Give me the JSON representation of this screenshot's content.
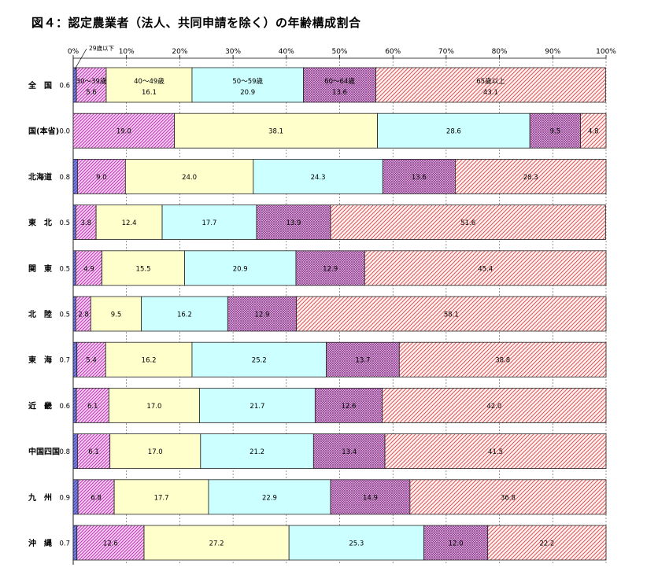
{
  "title": "図４：認定農業者（法人、共同申請を除く）の年齢構成割合",
  "chart_data": {
    "type": "bar",
    "orientation": "horizontal",
    "stacked": true,
    "percent_stacked": true,
    "xlim": [
      0,
      100
    ],
    "x_ticks": [
      "0%",
      "10%",
      "20%",
      "30%",
      "40%",
      "50%",
      "60%",
      "70%",
      "80%",
      "90%",
      "100%"
    ],
    "categories": [
      "全　国",
      "国(本省)",
      "北海道",
      "東　北",
      "関　東",
      "北　陸",
      "東　海",
      "近　畿",
      "中国四国",
      "九　州",
      "沖　縄"
    ],
    "series": [
      {
        "name": "29歳以下",
        "color": "#6b6fd6",
        "values": [
          "0.6",
          "0.0",
          "0.8",
          "0.5",
          "0.5",
          "0.5",
          "0.7",
          "0.6",
          "0.8",
          "0.9",
          "0.7"
        ]
      },
      {
        "name": "30～39歳",
        "color": "#d76bd0",
        "values": [
          "5.6",
          "19.0",
          "9.0",
          "3.8",
          "4.9",
          "2.8",
          "5.4",
          "6.1",
          "6.1",
          "6.8",
          "12.6"
        ]
      },
      {
        "name": "40～49歳",
        "color": "#ffffcc",
        "values": [
          "16.1",
          "38.1",
          "24.0",
          "12.4",
          "15.5",
          "9.5",
          "16.2",
          "17.0",
          "17.0",
          "17.7",
          "27.2"
        ]
      },
      {
        "name": "50～59歳",
        "color": "#ccffff",
        "values": [
          "20.9",
          "28.6",
          "24.3",
          "17.7",
          "20.9",
          "16.2",
          "25.2",
          "21.7",
          "21.2",
          "22.9",
          "25.3"
        ]
      },
      {
        "name": "60～64歳",
        "color": "#9a4a9a",
        "values": [
          "13.6",
          "9.5",
          "13.6",
          "13.9",
          "12.9",
          "12.9",
          "13.7",
          "12.6",
          "13.4",
          "14.9",
          "12.0"
        ]
      },
      {
        "name": "65歳以上",
        "color": "#e06a6a",
        "values": [
          "43.1",
          "4.8",
          "28.3",
          "51.6",
          "45.4",
          "58.1",
          "38.8",
          "42.0",
          "41.5",
          "36.8",
          "22.2"
        ]
      }
    ],
    "legend": "inline labels in first bar",
    "grid": true
  }
}
